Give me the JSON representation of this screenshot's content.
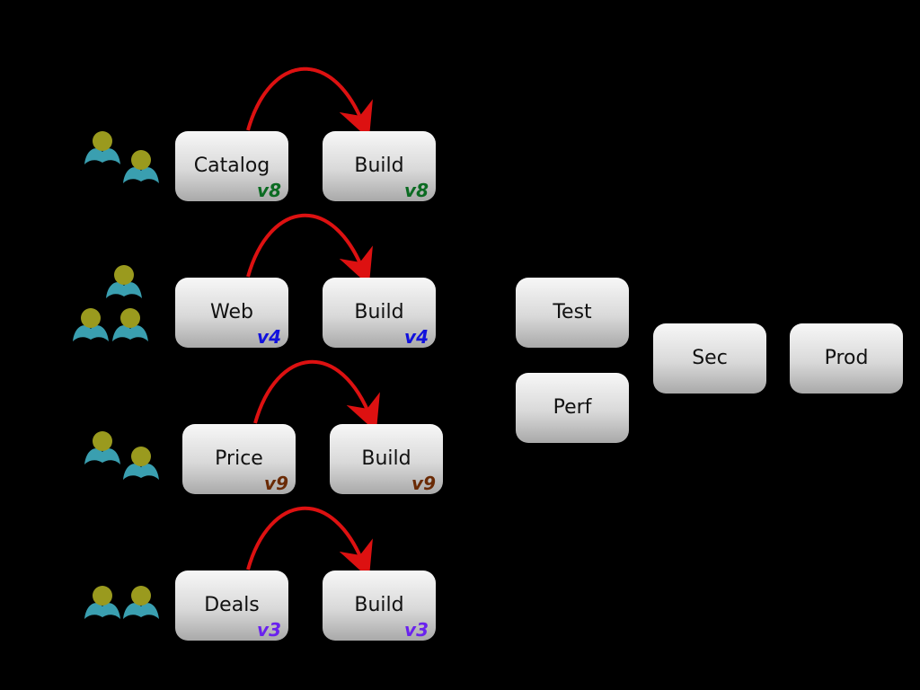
{
  "colors": {
    "background": "#000000",
    "arrow": "#dd1111",
    "person_head": "#9a9a1e",
    "person_body": "#3a9fb0",
    "v8": "#0b6b22",
    "v4": "#1111dd",
    "v9": "#6a2a05",
    "v3": "#6a22ee"
  },
  "rows": [
    {
      "team_icon": "person-icon",
      "team_size": 2,
      "service": {
        "label": "Catalog",
        "version": "v8",
        "version_color": "#0b6b22"
      },
      "build": {
        "label": "Build",
        "version": "v8",
        "version_color": "#0b6b22"
      }
    },
    {
      "team_icon": "person-icon",
      "team_size": 3,
      "service": {
        "label": "Web",
        "version": "v4",
        "version_color": "#1111dd"
      },
      "build": {
        "label": "Build",
        "version": "v4",
        "version_color": "#1111dd"
      }
    },
    {
      "team_icon": "person-icon",
      "team_size": 2,
      "service": {
        "label": "Price",
        "version": "v9",
        "version_color": "#6a2a05"
      },
      "build": {
        "label": "Build",
        "version": "v9",
        "version_color": "#6a2a05"
      }
    },
    {
      "team_icon": "person-icon",
      "team_size": 2,
      "service": {
        "label": "Deals",
        "version": "v3",
        "version_color": "#6a22ee"
      },
      "build": {
        "label": "Build",
        "version": "v3",
        "version_color": "#6a22ee"
      }
    }
  ],
  "stages": {
    "test": "Test",
    "perf": "Perf",
    "sec": "Sec",
    "prod": "Prod"
  }
}
